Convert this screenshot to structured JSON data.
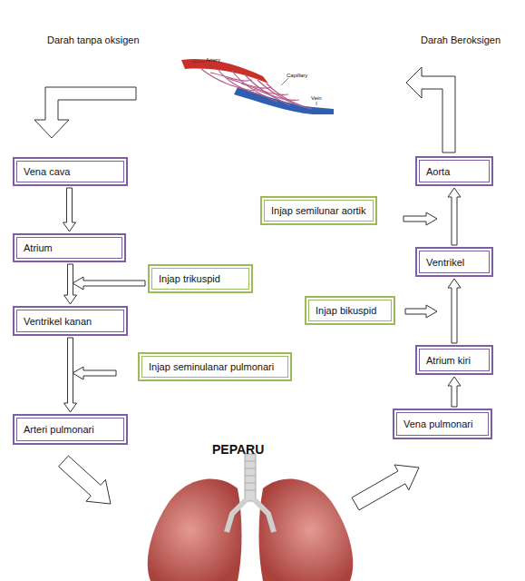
{
  "diagram": {
    "nodes": [
      {
        "text": [
          "Vena cava"
        ]
      },
      {
        "text": [
          "Aorta"
        ]
      },
      {
        "text": [
          "Injap semilunar aortik"
        ]
      },
      {
        "text": [
          "Atrium"
        ]
      },
      {
        "text": [
          "Ventrikel"
        ]
      },
      {
        "text": [
          "Injap trikuspid"
        ]
      },
      {
        "text": [
          "Injap bikuspid"
        ]
      },
      {
        "text": [
          "Ventrikel kanan"
        ]
      },
      {
        "text": [
          "Atrium kiri"
        ]
      },
      {
        "text": [
          "Injap seminulanar pulmonari"
        ]
      },
      {
        "text": [
          "Arteri pulmonari"
        ]
      },
      {
        "text": [
          "Vena pulmonari"
        ]
      }
    ],
    "edges": [
      {
        "from": 0,
        "to": 3,
        "arrow": "to"
      },
      {
        "from": 3,
        "to": 7,
        "arrow": "to"
      },
      {
        "from": 7,
        "to": 10,
        "arrow": "to"
      },
      {
        "from": 11,
        "to": 8,
        "arrow": "to"
      },
      {
        "from": 8,
        "to": 4,
        "arrow": "to"
      },
      {
        "from": 4,
        "to": 1,
        "arrow": "to"
      }
    ],
    "labels": [
      "Darah tanpa oksigen",
      "Darah Beroksigen",
      "Artery",
      "Capillary",
      "Vein",
      "PEPARU"
    ]
  }
}
